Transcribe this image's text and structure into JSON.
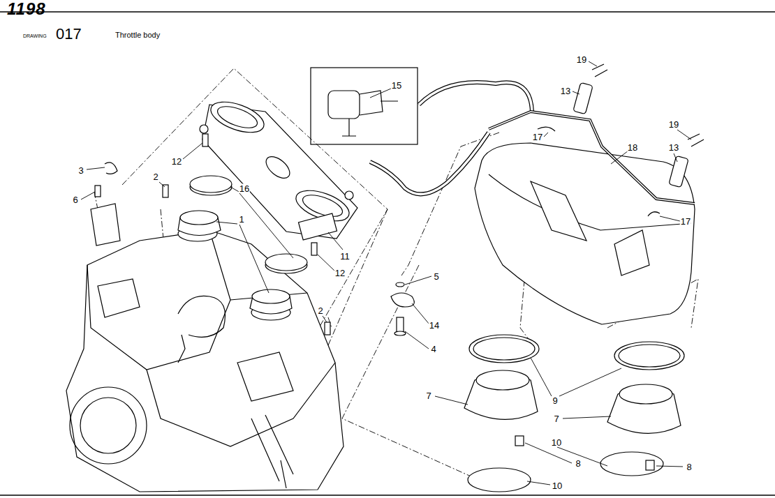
{
  "diagram": {
    "title": "Throttle body",
    "labels": [
      "1198",
      "DRAWING",
      "017",
      "19",
      "13",
      "15",
      "17",
      "18",
      "19",
      "13",
      "12",
      "3",
      "2",
      "16",
      "6",
      "1",
      "17",
      "11",
      "12",
      "5",
      "2",
      "14",
      "4",
      "7",
      "9",
      "7",
      "10",
      "8",
      "8",
      "10"
    ]
  }
}
